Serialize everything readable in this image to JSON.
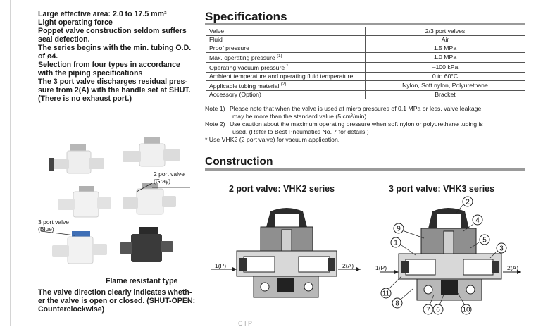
{
  "features": [
    "Large effective area: 2.0 to 17.5 mm²",
    "Light operating force",
    "Poppet valve construction seldom suffers",
    "seal defection.",
    "The series begins with the min. tubing O.D.",
    "of ø4.",
    "Selection from four types in accordance",
    "with the piping specifications",
    "The 3 port valve discharges residual pres-",
    "sure from 2(A) with the handle set at SHUT.",
    "(There is no exhaust port.)"
  ],
  "callouts": {
    "two_port_l1": "2 port valve",
    "two_port_l2": "(Gray)",
    "three_port_l1": "3 port valve",
    "three_port_l2": "(Blue)"
  },
  "flame_caption": "Flame resistant type",
  "direction_text": [
    "The valve direction clearly indicates wheth-",
    "er the valve is open or closed. (SHUT-OPEN:",
    "Counterclockwise)"
  ],
  "specifications": {
    "title": "Specifications",
    "rows": [
      {
        "label": "Valve",
        "sup": "",
        "value": "2/3 port valves"
      },
      {
        "label": "Fluid",
        "sup": "",
        "value": "Air"
      },
      {
        "label": "Proof pressure",
        "sup": "",
        "value": "1.5 MPa"
      },
      {
        "label": "Max. operating pressure",
        "sup": "(1)",
        "value": "1.0 MPa"
      },
      {
        "label": "Operating vacuum pressure",
        "sup": "*",
        "value": "–100 kPa"
      },
      {
        "label": "Ambient temperature and operating fluid temperature",
        "sup": "",
        "value": "0 to 60°C"
      },
      {
        "label": "Applicable tubing material",
        "sup": "(2)",
        "value": "Nylon, Soft nylon, Polyurethane"
      },
      {
        "label": "Accessory (Option)",
        "sup": "",
        "value": "Bracket"
      }
    ],
    "notes": [
      {
        "label": "Note 1)",
        "lines": [
          "Please note that when the valve is used at micro pressures of 0.1 MPa or less, valve leakage",
          "may be more than the standard value (5 cm³/min)."
        ]
      },
      {
        "label": "Note 2)",
        "lines": [
          "Use caution about the maximum operating pressure when soft nylon or polyurethane tubing is",
          "used. (Refer to Best Pneumatics No. 7 for details.)"
        ]
      }
    ],
    "star_note": "* Use VHK2 (2 port valve) for vacuum application."
  },
  "construction": {
    "title": "Construction",
    "vhk2_title": "2 port valve: VHK2 series",
    "vhk3_title": "3 port valve: VHK3 series",
    "port_in": "1(P)",
    "port_out": "2(A)",
    "parts": [
      "1",
      "2",
      "3",
      "4",
      "5",
      "6",
      "7",
      "8",
      "9",
      "10",
      "11"
    ]
  },
  "cut_text": "C                    I   P"
}
